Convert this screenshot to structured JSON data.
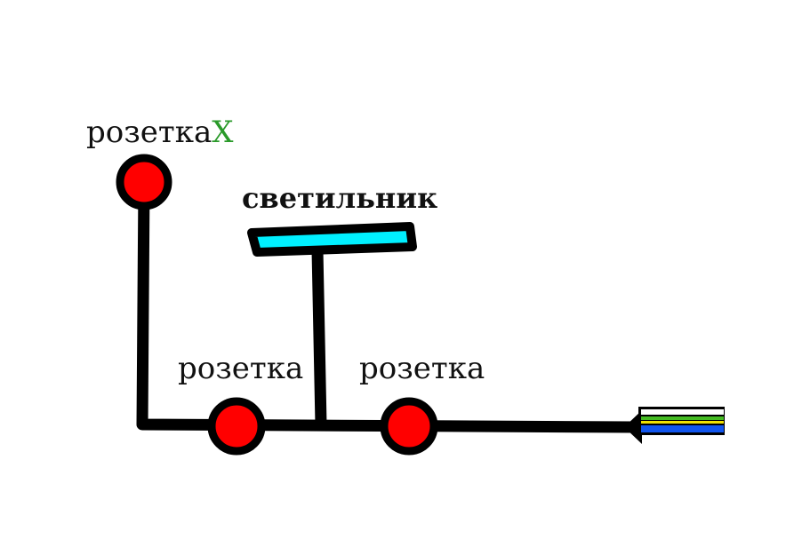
{
  "diagram": {
    "labels": {
      "outlet_top": "розетка",
      "outlet_top_mark": "X",
      "lamp": "светильник",
      "outlet_left": "розетка",
      "outlet_right": "розетка"
    },
    "colors": {
      "wire": "#000000",
      "outlet_fill": "#ff0000",
      "lamp_fill": "#00f0ff",
      "mark": "#2a9a2a",
      "cable_white": "#ffffff",
      "cable_green": "#44bb22",
      "cable_yellow": "#f0e000",
      "cable_blue": "#1155ee"
    },
    "icons": {
      "outlet": "power-outlet-icon",
      "lamp": "ceiling-lamp-icon",
      "cable": "power-cable-icon"
    }
  }
}
